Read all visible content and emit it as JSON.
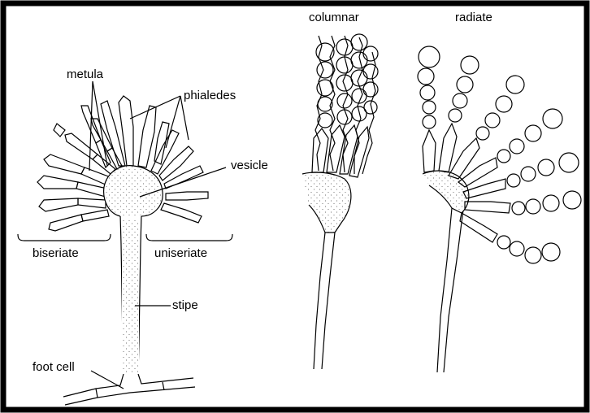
{
  "labels": {
    "metula": "metula",
    "phialedes": "phialedes",
    "vesicle": "vesicle",
    "biseriate": "biseriate",
    "uniseriate": "uniseriate",
    "stipe": "stipe",
    "foot_cell": "foot cell",
    "columnar": "columnar",
    "radiate": "radiate"
  },
  "colors": {
    "border": "#000000",
    "ink": "#000000",
    "background": "#ffffff"
  }
}
